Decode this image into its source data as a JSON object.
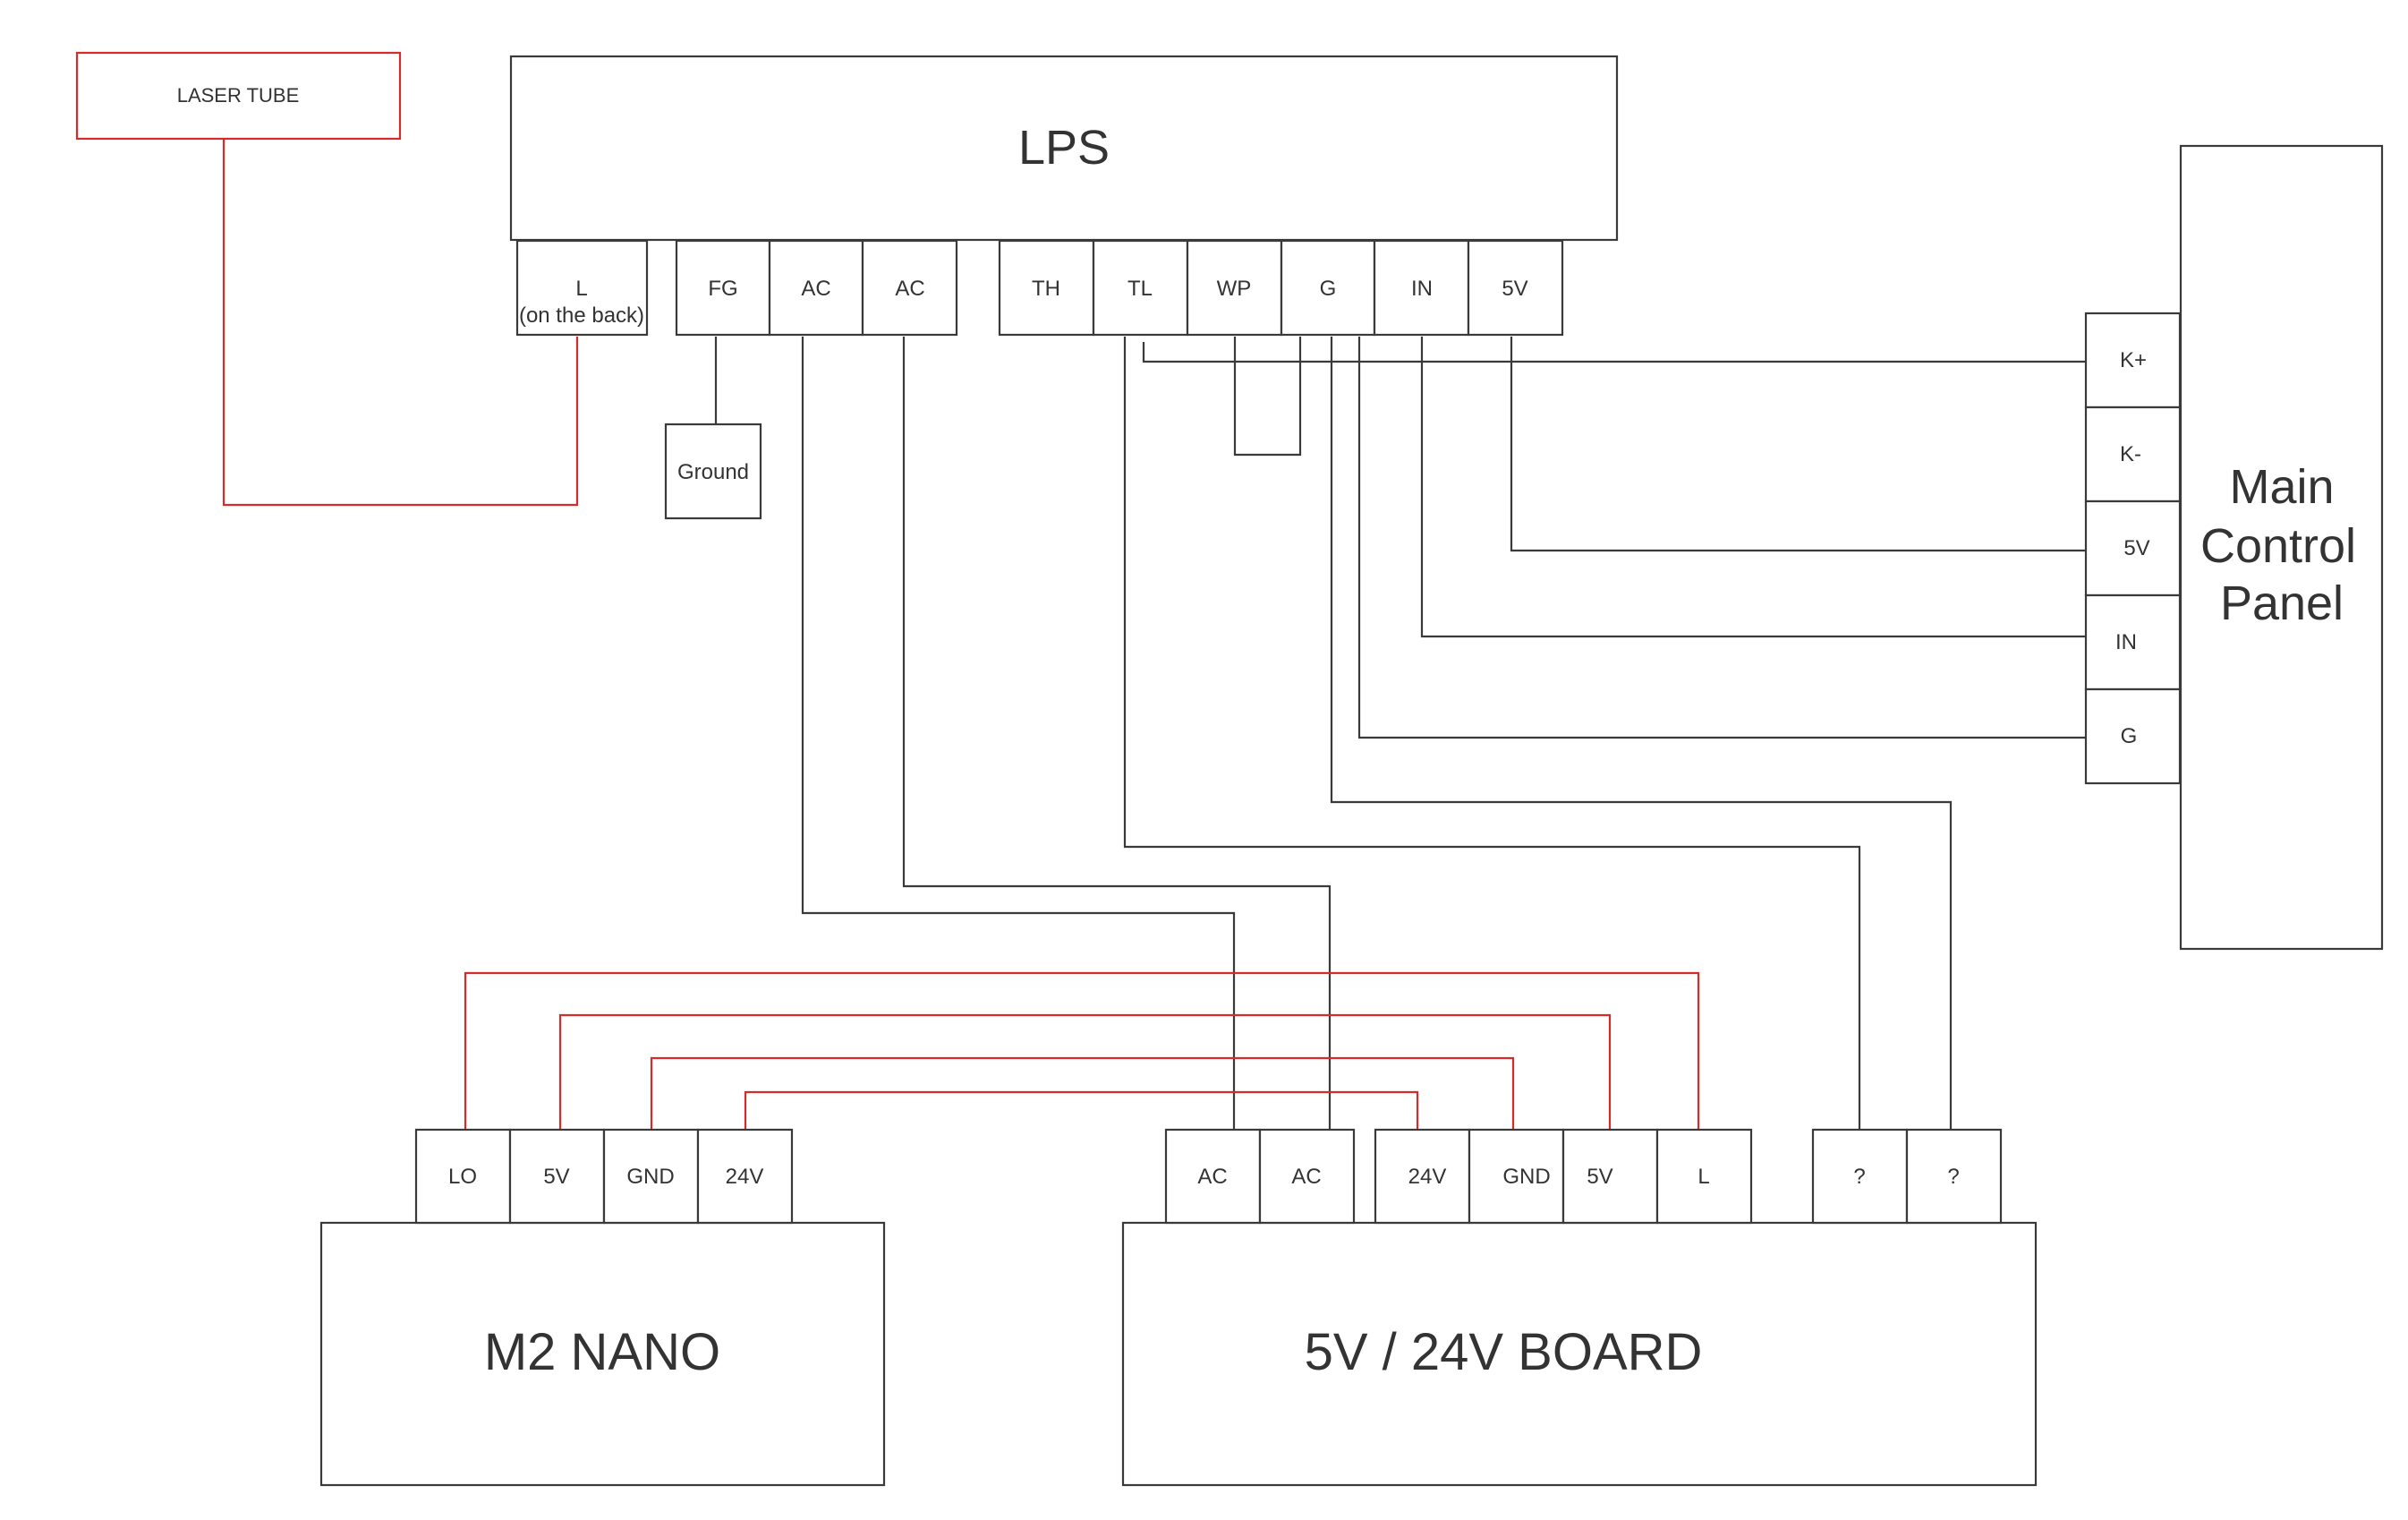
{
  "diagram": {
    "laser_tube": {
      "label": "LASER TUBE"
    },
    "lps": {
      "label": "LPS",
      "terminals": [
        {
          "id": "L",
          "label": "L",
          "sublabel": "(on the back)"
        },
        {
          "id": "FG",
          "label": "FG"
        },
        {
          "id": "AC1",
          "label": "AC"
        },
        {
          "id": "AC2",
          "label": "AC"
        },
        {
          "id": "TH",
          "label": "TH"
        },
        {
          "id": "TL",
          "label": "TL"
        },
        {
          "id": "WP",
          "label": "WP"
        },
        {
          "id": "G",
          "label": "G"
        },
        {
          "id": "IN",
          "label": "IN"
        },
        {
          "id": "5V",
          "label": "5V"
        }
      ]
    },
    "ground": {
      "label": "Ground"
    },
    "main_control_panel": {
      "label_lines": [
        "Main",
        "Control",
        "Panel"
      ],
      "terminals": [
        {
          "id": "Kplus",
          "label": "K+"
        },
        {
          "id": "Kminus",
          "label": "K-"
        },
        {
          "id": "5V",
          "label": "5V"
        },
        {
          "id": "IN",
          "label": "IN"
        },
        {
          "id": "G",
          "label": "G"
        }
      ]
    },
    "m2_nano": {
      "label": "M2 NANO",
      "terminals": [
        {
          "id": "LO",
          "label": "LO"
        },
        {
          "id": "5V",
          "label": "5V"
        },
        {
          "id": "GND",
          "label": "GND"
        },
        {
          "id": "24V",
          "label": "24V"
        }
      ]
    },
    "board": {
      "label": "5V / 24V BOARD",
      "terminals": [
        {
          "id": "AC1",
          "label": "AC"
        },
        {
          "id": "AC2",
          "label": "AC"
        },
        {
          "id": "24V",
          "label": "24V"
        },
        {
          "id": "GND",
          "label": "GND"
        },
        {
          "id": "5V",
          "label": "5V"
        },
        {
          "id": "L",
          "label": "L"
        },
        {
          "id": "Q1",
          "label": "?"
        },
        {
          "id": "Q2",
          "label": "?"
        }
      ]
    },
    "connections": [
      {
        "from": "laser_tube",
        "to": "lps.L",
        "color": "#d42b2b"
      },
      {
        "from": "lps.FG",
        "to": "ground",
        "color": "#3a3a3a"
      },
      {
        "from": "lps.AC1",
        "to": "board.AC1",
        "color": "#3a3a3a"
      },
      {
        "from": "lps.AC2",
        "to": "board.AC2",
        "color": "#3a3a3a"
      },
      {
        "from": "lps.TL",
        "to": "main_control_panel.Kplus",
        "color": "#3a3a3a"
      },
      {
        "from": "lps.TL",
        "to": "board.Q1",
        "color": "#3a3a3a"
      },
      {
        "from": "lps.WP",
        "to": "lps.G",
        "color": "#3a3a3a"
      },
      {
        "from": "lps.G",
        "to": "main_control_panel.G",
        "color": "#3a3a3a"
      },
      {
        "from": "lps.G",
        "to": "board.Q2",
        "color": "#3a3a3a"
      },
      {
        "from": "lps.IN",
        "to": "main_control_panel.IN",
        "color": "#3a3a3a"
      },
      {
        "from": "lps.5V",
        "to": "main_control_panel.5V",
        "color": "#3a3a3a"
      },
      {
        "from": "m2_nano.LO",
        "to": "board.L",
        "color": "#d42b2b"
      },
      {
        "from": "m2_nano.5V",
        "to": "board.5V",
        "color": "#d42b2b"
      },
      {
        "from": "m2_nano.GND",
        "to": "board.GND",
        "color": "#d42b2b"
      },
      {
        "from": "m2_nano.24V",
        "to": "board.24V",
        "color": "#d42b2b"
      }
    ]
  }
}
